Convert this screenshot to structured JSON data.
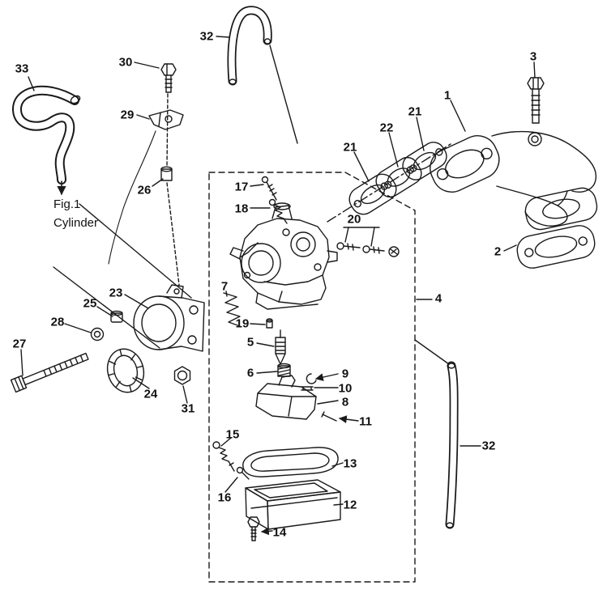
{
  "figure": {
    "note1": "Fig.1",
    "note2": "Cylinder"
  },
  "colors": {
    "line": "#1a1a1a",
    "background": "#ffffff"
  },
  "labels": [
    {
      "id": "33",
      "text": "33"
    },
    {
      "id": "30",
      "text": "30"
    },
    {
      "id": "32-top",
      "text": "32"
    },
    {
      "id": "29",
      "text": "29"
    },
    {
      "id": "3",
      "text": "3"
    },
    {
      "id": "1",
      "text": "1"
    },
    {
      "id": "21-right",
      "text": "21"
    },
    {
      "id": "22",
      "text": "22"
    },
    {
      "id": "21-left",
      "text": "21"
    },
    {
      "id": "26",
      "text": "26"
    },
    {
      "id": "17",
      "text": "17"
    },
    {
      "id": "18",
      "text": "18"
    },
    {
      "id": "20",
      "text": "20"
    },
    {
      "id": "2",
      "text": "2"
    },
    {
      "id": "23",
      "text": "23"
    },
    {
      "id": "7",
      "text": "7"
    },
    {
      "id": "25",
      "text": "25"
    },
    {
      "id": "4",
      "text": "4"
    },
    {
      "id": "28",
      "text": "28"
    },
    {
      "id": "19",
      "text": "19"
    },
    {
      "id": "27",
      "text": "27"
    },
    {
      "id": "5",
      "text": "5"
    },
    {
      "id": "6",
      "text": "6"
    },
    {
      "id": "9",
      "text": "9"
    },
    {
      "id": "10",
      "text": "10"
    },
    {
      "id": "24",
      "text": "24"
    },
    {
      "id": "8",
      "text": "8"
    },
    {
      "id": "31",
      "text": "31"
    },
    {
      "id": "11",
      "text": "11"
    },
    {
      "id": "15",
      "text": "15"
    },
    {
      "id": "13",
      "text": "13"
    },
    {
      "id": "32-right",
      "text": "32"
    },
    {
      "id": "16",
      "text": "16"
    },
    {
      "id": "12",
      "text": "12"
    },
    {
      "id": "14",
      "text": "14"
    }
  ]
}
